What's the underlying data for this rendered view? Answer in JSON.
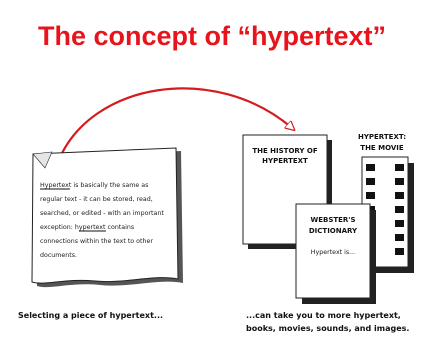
{
  "title": "The concept of “hypertext”",
  "source_page": {
    "lines": [
      "Hypertext is basically the same as",
      "regular text - it can be stored, read,",
      "searched, or edited - with an important",
      "exception: hypertext contains",
      "connections within the text to other",
      "documents."
    ]
  },
  "history_doc": {
    "line1": "THE HISTORY OF",
    "line2": "HYPERTEXT"
  },
  "movie_doc": {
    "line1": "HYPERTEXT:",
    "line2": "THE MOVIE"
  },
  "dictionary_doc": {
    "line1": "WEBSTER'S",
    "line2": "DICTIONARY",
    "body": "Hypertext is..."
  },
  "captions": {
    "left": "Selecting a piece of hypertext...",
    "right_line1": "...can take you to more hypertext,",
    "right_line2": "books, movies, sounds, and images."
  }
}
